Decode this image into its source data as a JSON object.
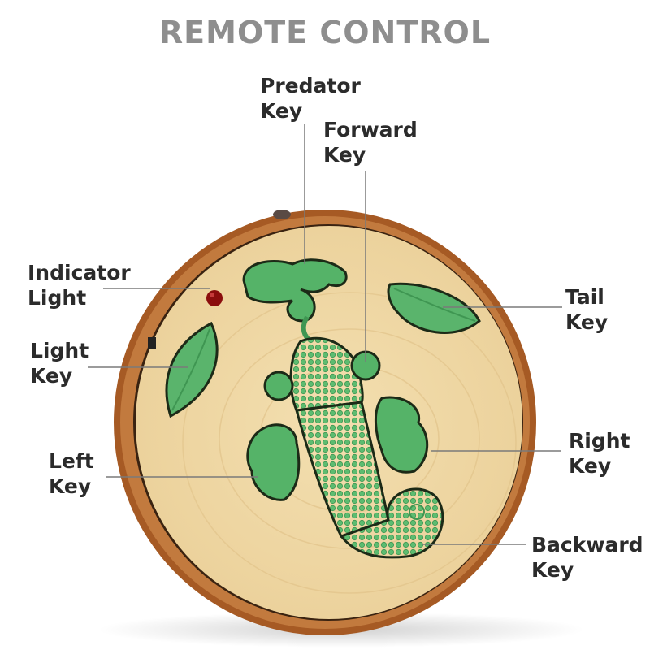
{
  "title": "REMOTE CONTROL",
  "colors": {
    "title": "#8e8e8e",
    "label_text": "#2b2b2b",
    "leader_line": "#7a7a7a",
    "bark": "#a65a24",
    "face": "#f0d9a6",
    "key_green": "#4fae63",
    "outline": "#1c2a17",
    "indicator": "#8b0d0d"
  },
  "labels": {
    "predator": "Predator\nKey",
    "forward": "Forward\nKey",
    "indicator": "Indicator\nLight",
    "light": "Light\nKey",
    "tail": "Tail\nKey",
    "left": "Left\nKey",
    "right": "Right\nKey",
    "backward": "Backward\nKey"
  }
}
